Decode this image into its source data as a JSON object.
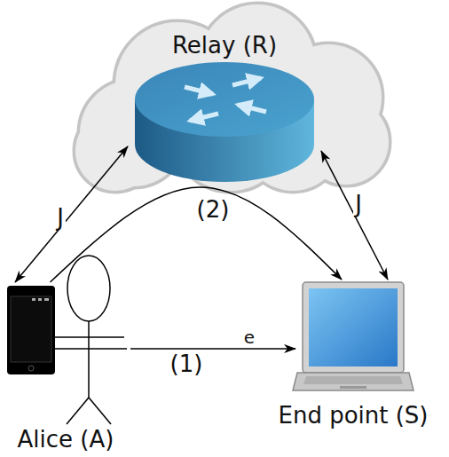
{
  "diagram": {
    "nodes": [
      {
        "text": [
          "Relay (R)"
        ]
      },
      {
        "text": [
          "Alice (A)"
        ]
      },
      {
        "text": [
          "End point (S)"
        ]
      }
    ],
    "edges": [
      {
        "from": 1,
        "to": 0,
        "arrow": "both",
        "label": "J"
      },
      {
        "from": 0,
        "to": 2,
        "arrow": "both",
        "label": "J"
      },
      {
        "from": 1,
        "to": 2,
        "arrow": "to",
        "label": "(2)"
      },
      {
        "from": 1,
        "to": 2,
        "arrow": "to",
        "label": "e"
      }
    ],
    "labels": [
      "(1)"
    ]
  }
}
